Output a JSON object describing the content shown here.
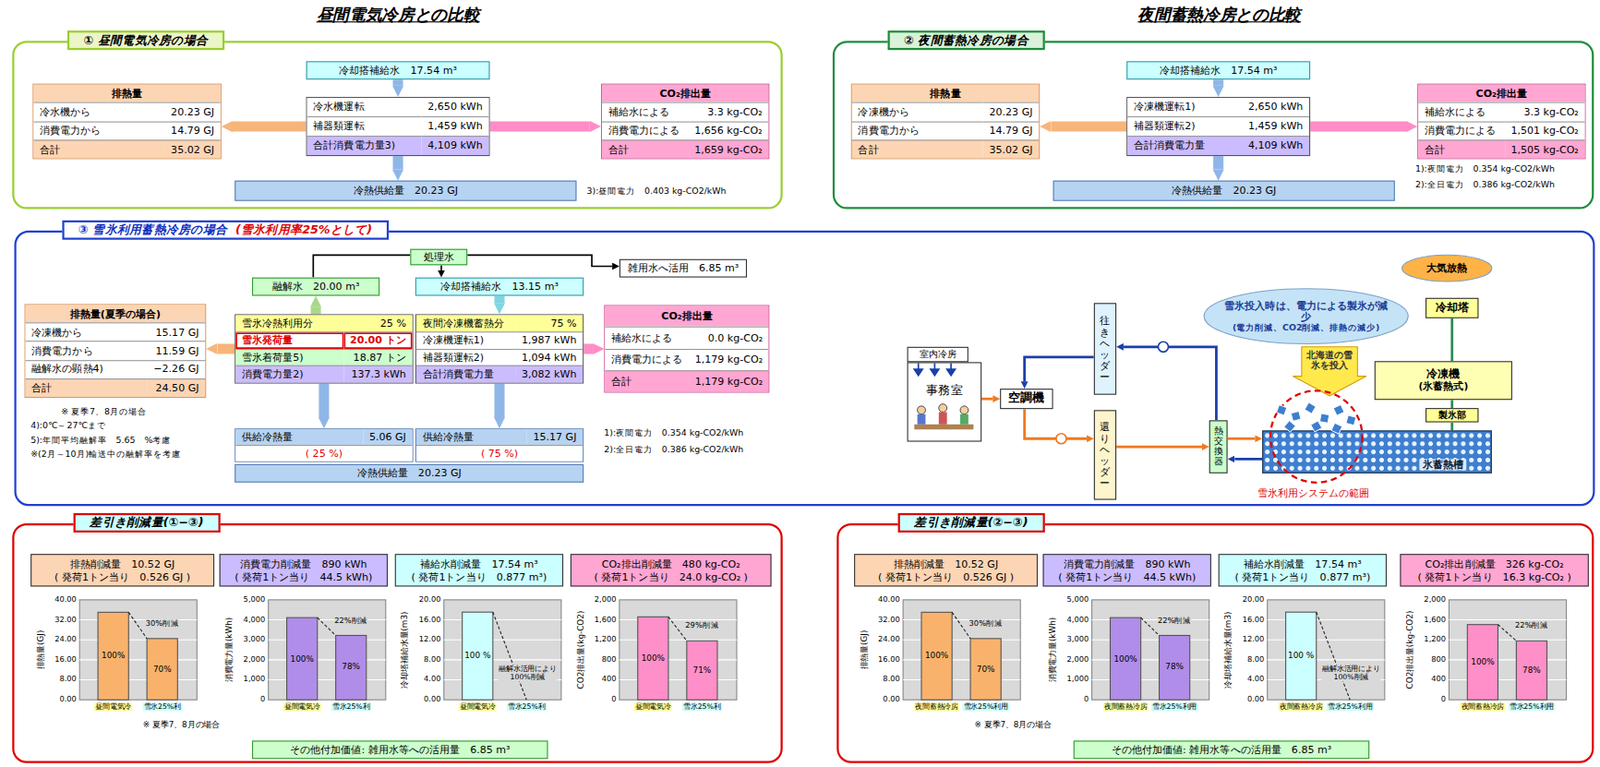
{
  "diagram": {
    "nodes": [
      {
        "text": [
          "① 昼間電気冷房の場合"
        ]
      },
      {
        "text": [
          "排熱量",
          "冷水機から",
          "20.23 GJ",
          "消費電力から",
          "14.79 GJ",
          "合計",
          "35.02 GJ"
        ],
        "in": 0
      },
      {
        "text": [
          "冷却搭補給水",
          "17.54 m³"
        ],
        "in": 0
      },
      {
        "text": [
          "冷水機運転",
          "2,650 kWh",
          "補器類運転",
          "1,459 kWh",
          "合計消費電力量3)",
          "4,109 kWh"
        ],
        "in": 0
      },
      {
        "text": [
          "冷熱供給量",
          "20.23 GJ"
        ],
        "in": 0
      },
      {
        "text": [
          "CO₂排出量",
          "補給水による",
          "3.3 kg-CO₂",
          "消費電力による",
          "1,656 kg-CO₂",
          "合計",
          "1,659 kg-CO₂"
        ],
        "in": 0
      },
      {
        "text": [
          "② 夜間蓄熱冷房の場合"
        ]
      },
      {
        "text": [
          "排熱量",
          "冷凍機から",
          "20.23 GJ",
          "消費電力から",
          "14.79 GJ",
          "合計",
          "35.02 GJ"
        ],
        "in": 6
      },
      {
        "text": [
          "冷却搭補給水",
          "17.54 m³"
        ],
        "in": 6
      },
      {
        "text": [
          "冷凍機運転1)",
          "2,650 kWh",
          "補器類運転2)",
          "1,459 kWh",
          "合計消費電力量",
          "4,109 kWh"
        ],
        "in": 6
      },
      {
        "text": [
          "冷熱供給量",
          "20.23 GJ"
        ],
        "in": 6
      },
      {
        "text": [
          "CO₂排出量",
          "補給水による",
          "3.3 kg-CO₂",
          "消費電力による",
          "1,501 kg-CO₂",
          "合計",
          "1,505 kg-CO₂"
        ],
        "in": 6
      },
      {
        "text": [
          "③ 雪氷利用蓄熱冷房の場合",
          "(雪氷利用率25%として)"
        ]
      },
      {
        "text": [
          "処理水"
        ],
        "in": 12
      },
      {
        "text": [
          "雑用水へ活用",
          "6.85 m³"
        ],
        "in": 12
      },
      {
        "text": [
          "融解水",
          "20.00 m³"
        ],
        "in": 12
      },
      {
        "text": [
          "冷却搭補給水",
          "13.15 m³"
        ],
        "in": 12
      },
      {
        "text": [
          "排熱量(夏季の場合)",
          "冷凍機から",
          "15.17 GJ",
          "消費電力から",
          "11.59 GJ",
          "融解水の顕熱4)",
          "−2.26 GJ",
          "合計",
          "24.50 GJ"
        ],
        "in": 12
      },
      {
        "text": [
          "雪氷冷熱利用分",
          "25 %",
          "雪氷発荷量",
          "20.00 トン",
          "雪氷着荷量5)",
          "18.87 トン",
          "消費電力量2)",
          "137.3 kWh"
        ],
        "in": 12
      },
      {
        "text": [
          "夜間冷凍機蓄熱分",
          "75 %",
          "冷凍機運転1)",
          "1,987 kWh",
          "補器類運転2)",
          "1,094 kWh",
          "合計消費電力量",
          "3,082 kWh"
        ],
        "in": 12
      },
      {
        "text": [
          "CO₂排出量",
          "補給水による",
          "0.0 kg-CO₂",
          "消費電力による",
          "1,179 kg-CO₂",
          "合計",
          "1,179 kg-CO₂"
        ],
        "in": 12
      },
      {
        "text": [
          "供給冷熱量",
          "5.06 GJ",
          "( 25 %)"
        ],
        "in": 12
      },
      {
        "text": [
          "供給冷熱量",
          "15.17 GJ",
          "( 75 %)"
        ],
        "in": 12
      },
      {
        "text": [
          "冷熱供給量",
          "20.23 GJ"
        ],
        "in": 12
      },
      {
        "text": [
          "室内冷房"
        ],
        "in": 12
      },
      {
        "text": [
          "事務室"
        ],
        "in": 12
      },
      {
        "text": [
          "空調機"
        ],
        "in": 12
      },
      {
        "text": [
          "往きヘッダー"
        ],
        "in": 12
      },
      {
        "text": [
          "還りヘッダー"
        ],
        "in": 12
      },
      {
        "text": [
          "大気放熱"
        ],
        "in": 12
      },
      {
        "text": [
          "雪氷投入時は、電力による製氷が減少",
          "(電力削減、CO2削減、排熱の減少)"
        ],
        "in": 12
      },
      {
        "text": [
          "冷却塔"
        ],
        "in": 12
      },
      {
        "text": [
          "北海道の雪氷を投入"
        ],
        "in": 12
      },
      {
        "text": [
          "冷凍機",
          "(氷蓄熱式)"
        ],
        "in": 12
      },
      {
        "text": [
          "製氷部"
        ],
        "in": 12
      },
      {
        "text": [
          "熱交換器"
        ],
        "in": 12
      },
      {
        "text": [
          "氷蓄熱槽"
        ],
        "in": 12
      },
      {
        "text": [
          "差引き削減量(①−③)"
        ]
      },
      {
        "text": [
          "排熱削減量　10.52 GJ",
          "( 発荷1トン当り　0.526 GJ )"
        ],
        "in": 37
      },
      {
        "text": [
          "消費電力削減量　890 kWh",
          "( 発荷1トン当り　44.5 kWh)"
        ],
        "in": 37
      },
      {
        "text": [
          "補給水削減量　17.54 m³",
          "( 発荷1トン当り　0.877 m³)"
        ],
        "in": 37
      },
      {
        "text": [
          "CO₂排出削減量　480 kg-CO₂",
          "( 発荷1トン当り　24.0 kg-CO₂ )"
        ],
        "in": 37
      },
      {
        "text": [
          "その他付加価値: 雑用水等への活用量　6.85 m³"
        ],
        "in": 37
      },
      {
        "text": [
          "差引き削減量(②−③)"
        ]
      },
      {
        "text": [
          "排熱削減量　10.52 GJ",
          "( 発荷1トン当り　0.526 GJ )"
        ],
        "in": 43
      },
      {
        "text": [
          "消費電力削減量　890 kWh",
          "( 発荷1トン当り　44.5 kWh)"
        ],
        "in": 43
      },
      {
        "text": [
          "補給水削減量　17.54 m³",
          "( 発荷1トン当り　0.877 m³)"
        ],
        "in": 43
      },
      {
        "text": [
          "CO₂排出削減量　326 kg-CO₂",
          "( 発荷1トン当り　16.3 kg-CO₂ )"
        ],
        "in": 43
      },
      {
        "text": [
          "その他付加価値: 雑用水等への活用量　6.85 m³"
        ],
        "in": 43
      }
    ],
    "edges": [
      {
        "from": 3,
        "to": 1,
        "arrow": "to"
      },
      {
        "from": 3,
        "to": 5,
        "arrow": "to"
      },
      {
        "from": 2,
        "to": 3,
        "arrow": "to"
      },
      {
        "from": 3,
        "to": 4,
        "arrow": "to"
      },
      {
        "from": 9,
        "to": 7,
        "arrow": "to"
      },
      {
        "from": 9,
        "to": 11,
        "arrow": "to"
      },
      {
        "from": 8,
        "to": 9,
        "arrow": "to"
      },
      {
        "from": 9,
        "to": 10,
        "arrow": "to"
      },
      {
        "from": 18,
        "to": 17,
        "arrow": "to"
      },
      {
        "from": 19,
        "to": 20,
        "arrow": "to"
      },
      {
        "from": 18,
        "to": 15,
        "arrow": "to"
      },
      {
        "from": 16,
        "to": 19,
        "arrow": "to"
      },
      {
        "from": 18,
        "to": 21,
        "arrow": "to"
      },
      {
        "from": 19,
        "to": 22,
        "arrow": "to"
      },
      {
        "from": 15,
        "to": 13,
        "arrow": "none"
      },
      {
        "from": 13,
        "to": 14,
        "arrow": "to"
      },
      {
        "from": 13,
        "to": 16,
        "arrow": "to"
      },
      {
        "from": 35,
        "to": 27,
        "arrow": "to"
      },
      {
        "from": 27,
        "to": 26,
        "arrow": "to"
      },
      {
        "from": 25,
        "to": 26,
        "arrow": "to"
      },
      {
        "from": 26,
        "to": 28,
        "arrow": "to"
      },
      {
        "from": 28,
        "to": 35,
        "arrow": "to"
      },
      {
        "from": 35,
        "to": 36,
        "arrow": "to"
      },
      {
        "from": 36,
        "to": 35,
        "arrow": "to"
      },
      {
        "from": 33,
        "to": 31,
        "arrow": "none"
      },
      {
        "from": 33,
        "to": 34,
        "arrow": "none"
      },
      {
        "from": 34,
        "to": 36,
        "arrow": "none"
      }
    ],
    "labels": [
      "昼間電気冷房との比較",
      "夜間蓄熱冷房との比較",
      "3):昼間電力　0.403 kg-CO2/kWh",
      "1):夜間電力　0.354 kg-CO2/kWh",
      "2):全日電力　0.386 kg-CO2/kWh",
      "※ 夏季7、8月の場合",
      "4):0℃～27℃まで",
      "5):年間平均融解率　5.65　%考慮",
      "※(2月～10月)輸送中の融解率を考慮",
      "1):夜間電力　0.354 kg-CO2/kWh",
      "2):全日電力　0.386 kg-CO2/kWh",
      "雪氷利用システムの範囲",
      "※ 夏季7、8月の場合",
      "※ 夏季7、8月の場合",
      "0.00",
      "8.00",
      "16.00",
      "24.00",
      "32.00",
      "40.00",
      "排熱量(GJ)",
      "30%削減",
      "昼間電気冷",
      "雪氷25%利",
      "100%",
      "70%",
      "0",
      "1,000",
      "2,000",
      "3,000",
      "4,000",
      "5,000",
      "消費電力量(kWh)",
      "22%削減",
      "昼間電気冷",
      "雪氷25%利",
      "100%",
      "78%",
      "0.00",
      "4.00",
      "8.00",
      "12.00",
      "16.00",
      "20.00",
      "冷却塔補給水量(m3)",
      "融解水活用により100%削減",
      "昼間電気冷",
      "雪氷25%利",
      "100 %",
      "0",
      "400",
      "800",
      "1,200",
      "1,600",
      "2,000",
      "CO2排出量(kg-CO2)",
      "29%削減",
      "昼間電気冷",
      "雪氷25%利",
      "100%",
      "71%",
      "0.00",
      "8.00",
      "16.00",
      "24.00",
      "32.00",
      "40.00",
      "排熱量(GJ)",
      "30%削減",
      "夜間蓄熱冷房",
      "雪氷25%利用",
      "100%",
      "70%",
      "0",
      "1,000",
      "2,000",
      "3,000",
      "4,000",
      "5,000",
      "消費電力量(kWh)",
      "22%削減",
      "夜間蓄熱冷房",
      "雪氷25%利用",
      "100%",
      "78%",
      "0.00",
      "4.00",
      "8.00",
      "12.00",
      "16.00",
      "20.00",
      "冷却塔補給水量(m3)",
      "融解水活用により100%削減",
      "夜間蓄熱冷房",
      "雪氷25%利用",
      "100 %",
      "0",
      "400",
      "800",
      "1,200",
      "1,600",
      "2,000",
      "CO2排出量(kg-CO2)",
      "22%削減",
      "夜間蓄熱冷房",
      "雪氷25%利用",
      "100%",
      "78%"
    ]
  }
}
